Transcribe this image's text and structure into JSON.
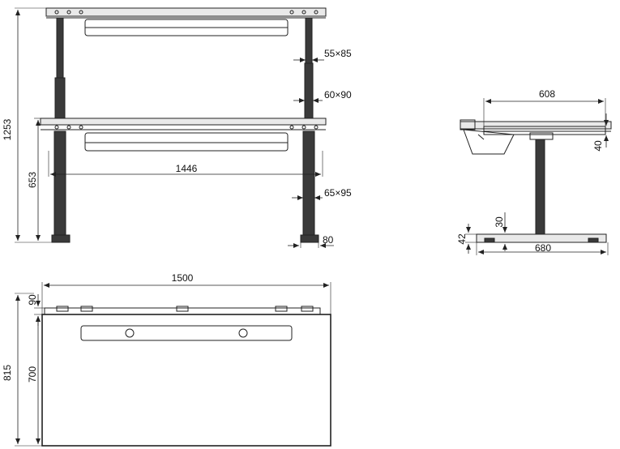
{
  "dimensions": {
    "front_height_max": "1253",
    "front_height_min": "653",
    "column_upper": "55×85",
    "column_middle": "60×90",
    "column_lower": "65×95",
    "frame_width": "1446",
    "foot_width": "80",
    "side_frame_depth": "608",
    "side_frame_height": "40",
    "side_foot_pad": "30",
    "side_foot_height": "42",
    "side_foot_length": "680",
    "top_width": "1500",
    "top_offset": "90",
    "top_total_depth": "815",
    "top_depth": "700"
  },
  "colors": {
    "line": "#222222",
    "leg": "#3a3a3a",
    "background": "#ffffff"
  }
}
